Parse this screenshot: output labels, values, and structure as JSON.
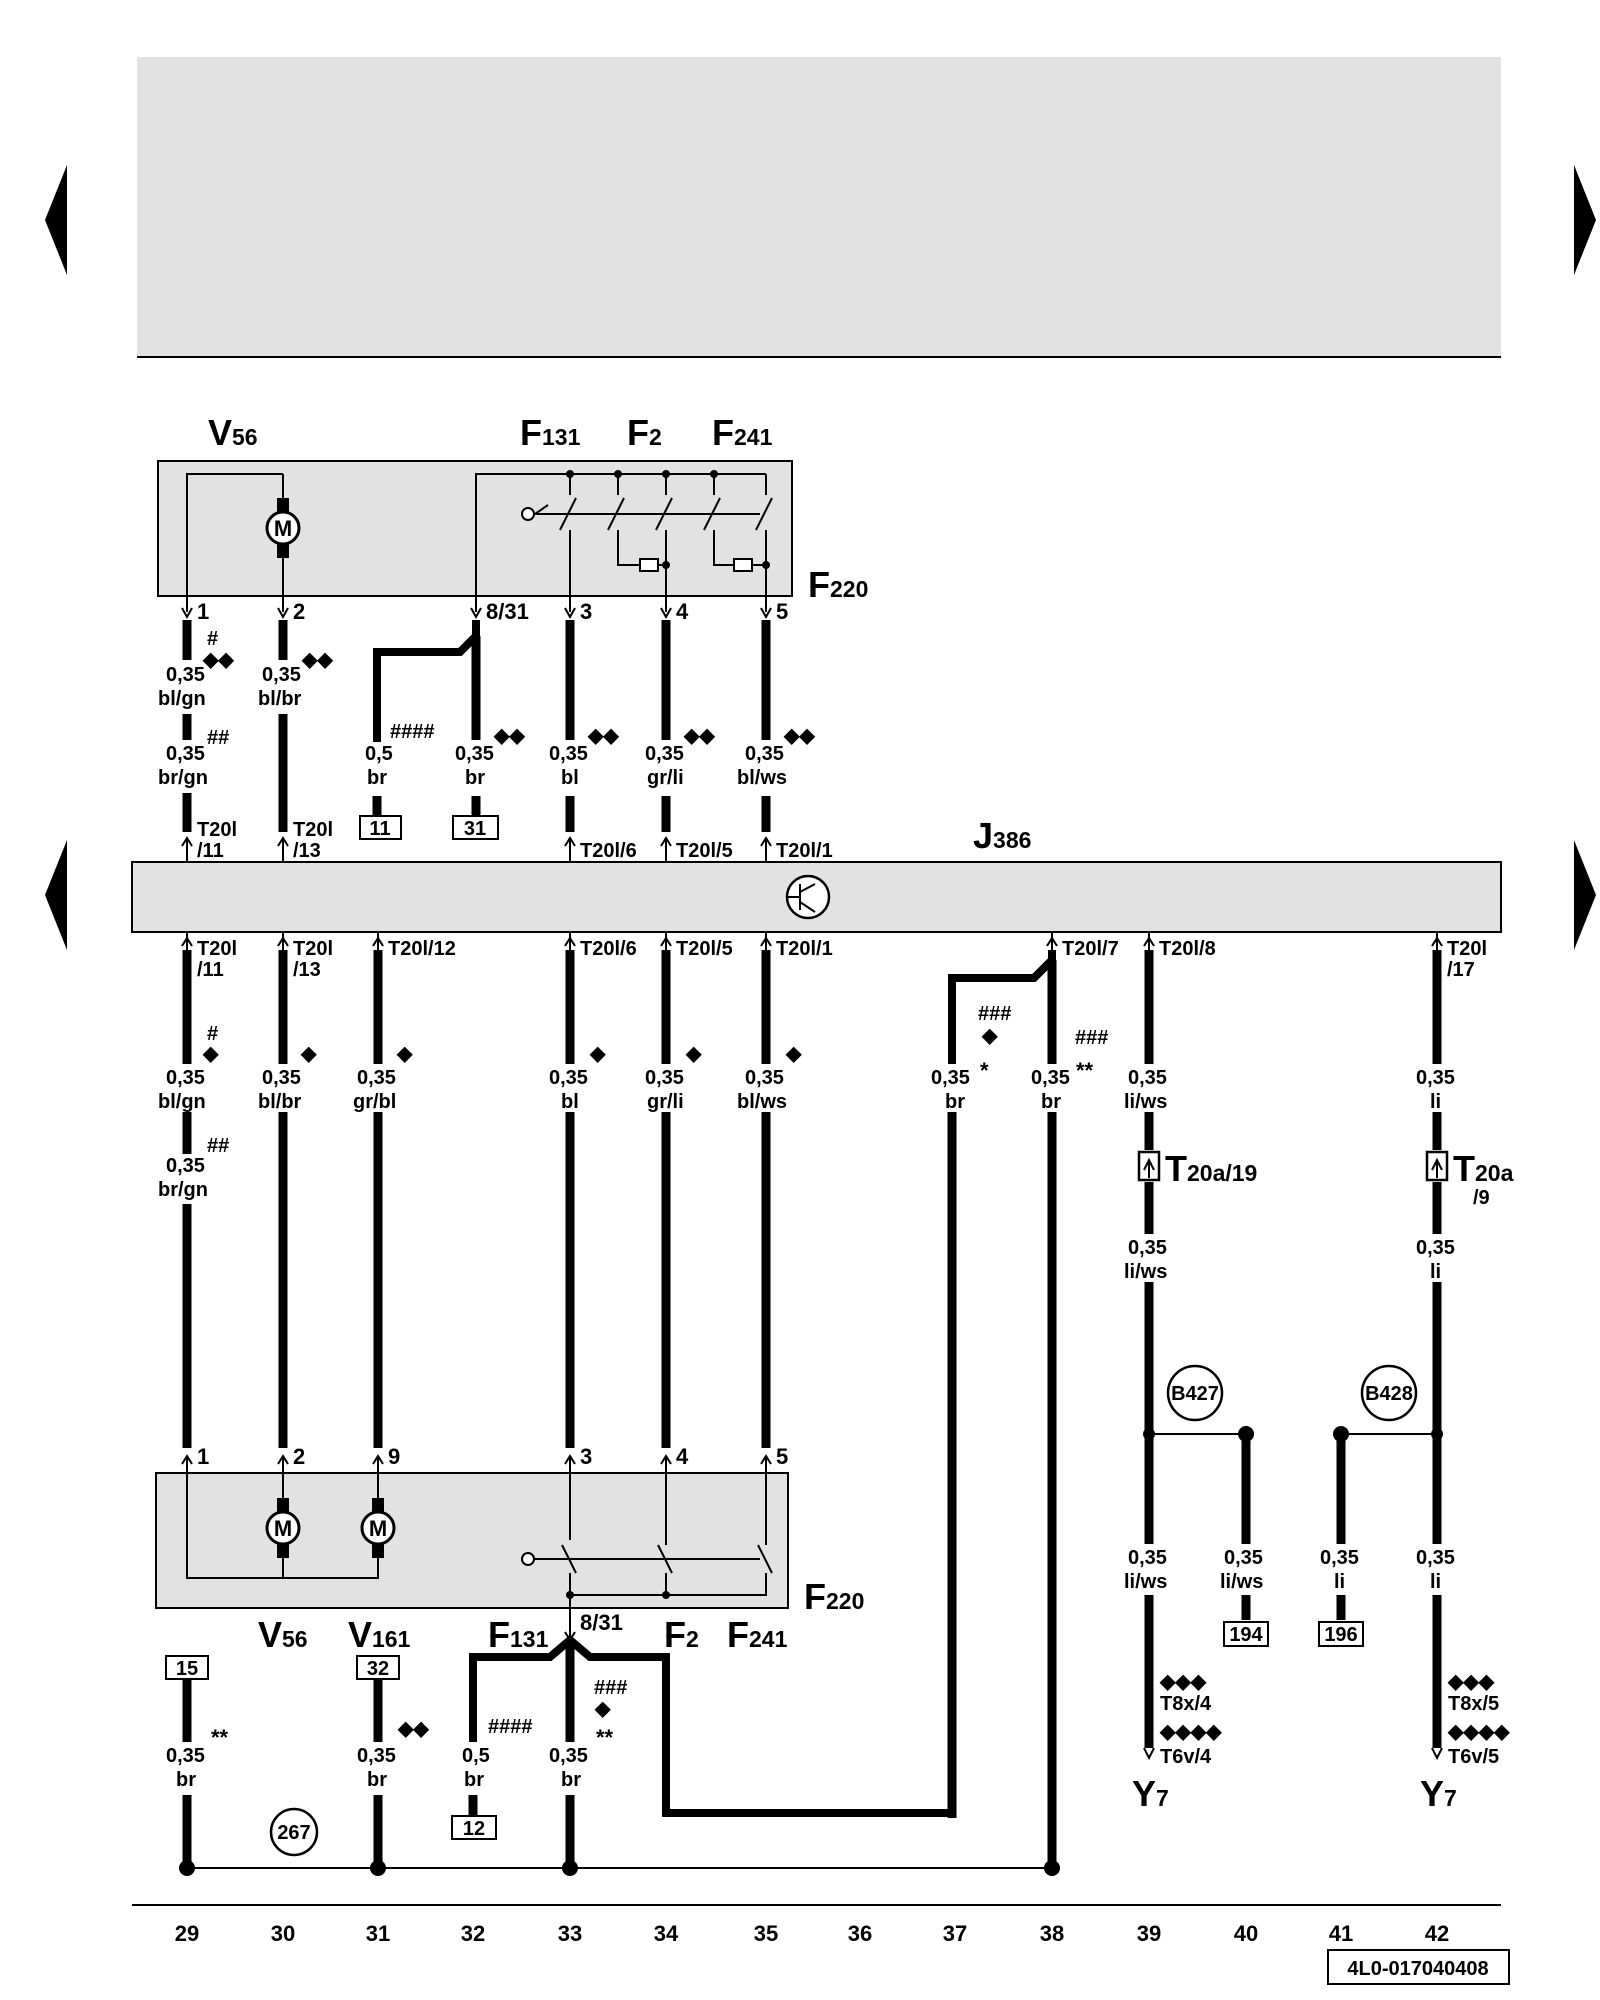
{
  "colors": {
    "band": "#e2e2e2",
    "ink": "#000000"
  },
  "icons": [
    "nav-left-arrow-icon",
    "nav-right-arrow-icon",
    "motor-icon",
    "switch-contact-icon",
    "resistor-icon",
    "transistor-icon",
    "connector-icon"
  ],
  "components": {
    "V56": {
      "letter": "V",
      "sub": "56"
    },
    "V161": {
      "letter": "V",
      "sub": "161"
    },
    "F131": {
      "letter": "F",
      "sub": "131"
    },
    "F2": {
      "letter": "F",
      "sub": "2"
    },
    "F241": {
      "letter": "F",
      "sub": "241"
    },
    "F220": {
      "letter": "F",
      "sub": "220"
    },
    "J386": {
      "letter": "J",
      "sub": "386"
    },
    "Y7": {
      "letter": "Y",
      "sub": "7"
    },
    "T20a19": {
      "letter": "T",
      "sub": "20a/19"
    },
    "T20a9": {
      "letter": "T",
      "sub": "20a",
      "line2": "/9"
    }
  },
  "pins": {
    "p1": "1",
    "p2": "2",
    "p3": "3",
    "p4": "4",
    "p5": "5",
    "p9": "9",
    "p831": "8/31"
  },
  "connectors": {
    "T20l11_a": "T20l",
    "T20l11_b": "/11",
    "T20l13_a": "T20l",
    "T20l13_b": "/13",
    "T20l6": "T20l/6",
    "T20l5": "T20l/5",
    "T20l1": "T20l/1",
    "T20l12": "T20l/12",
    "T20l7": "T20l/7",
    "T20l8": "T20l/8",
    "T20l17_a": "T20l",
    "T20l17_b": "/17",
    "T8x4": "T8x/4",
    "T6v4": "T6v/4",
    "T8x5": "T8x/5",
    "T6v5": "T6v/5"
  },
  "wires": {
    "s035": "0,35",
    "s05": "0,5",
    "bl_gn": "bl/gn",
    "bl_br": "bl/br",
    "br_gn": "br/gn",
    "br": "br",
    "bl": "bl",
    "gr_li": "gr/li",
    "bl_ws": "bl/ws",
    "gr_bl": "gr/bl",
    "li_ws": "li/ws",
    "li": "li"
  },
  "marks": {
    "hash1": "#",
    "hash2": "##",
    "hash3": "###",
    "hash4": "####",
    "d1": "◆",
    "d2": "◆◆",
    "d3": "◆◆◆",
    "d4": "◆◆◆◆",
    "star1": "*",
    "star2": "**"
  },
  "refs": {
    "r11": "11",
    "r31": "31",
    "r12": "12",
    "r15": "15",
    "r32": "32",
    "r194": "194",
    "r196": "196"
  },
  "grounds": {
    "B427": "B427",
    "B428": "B428",
    "g267": "267"
  },
  "motor_letter": "M",
  "track_numbers": [
    "29",
    "30",
    "31",
    "32",
    "33",
    "34",
    "35",
    "36",
    "37",
    "38",
    "39",
    "40",
    "41",
    "42"
  ],
  "document_id": "4L0-017040408"
}
